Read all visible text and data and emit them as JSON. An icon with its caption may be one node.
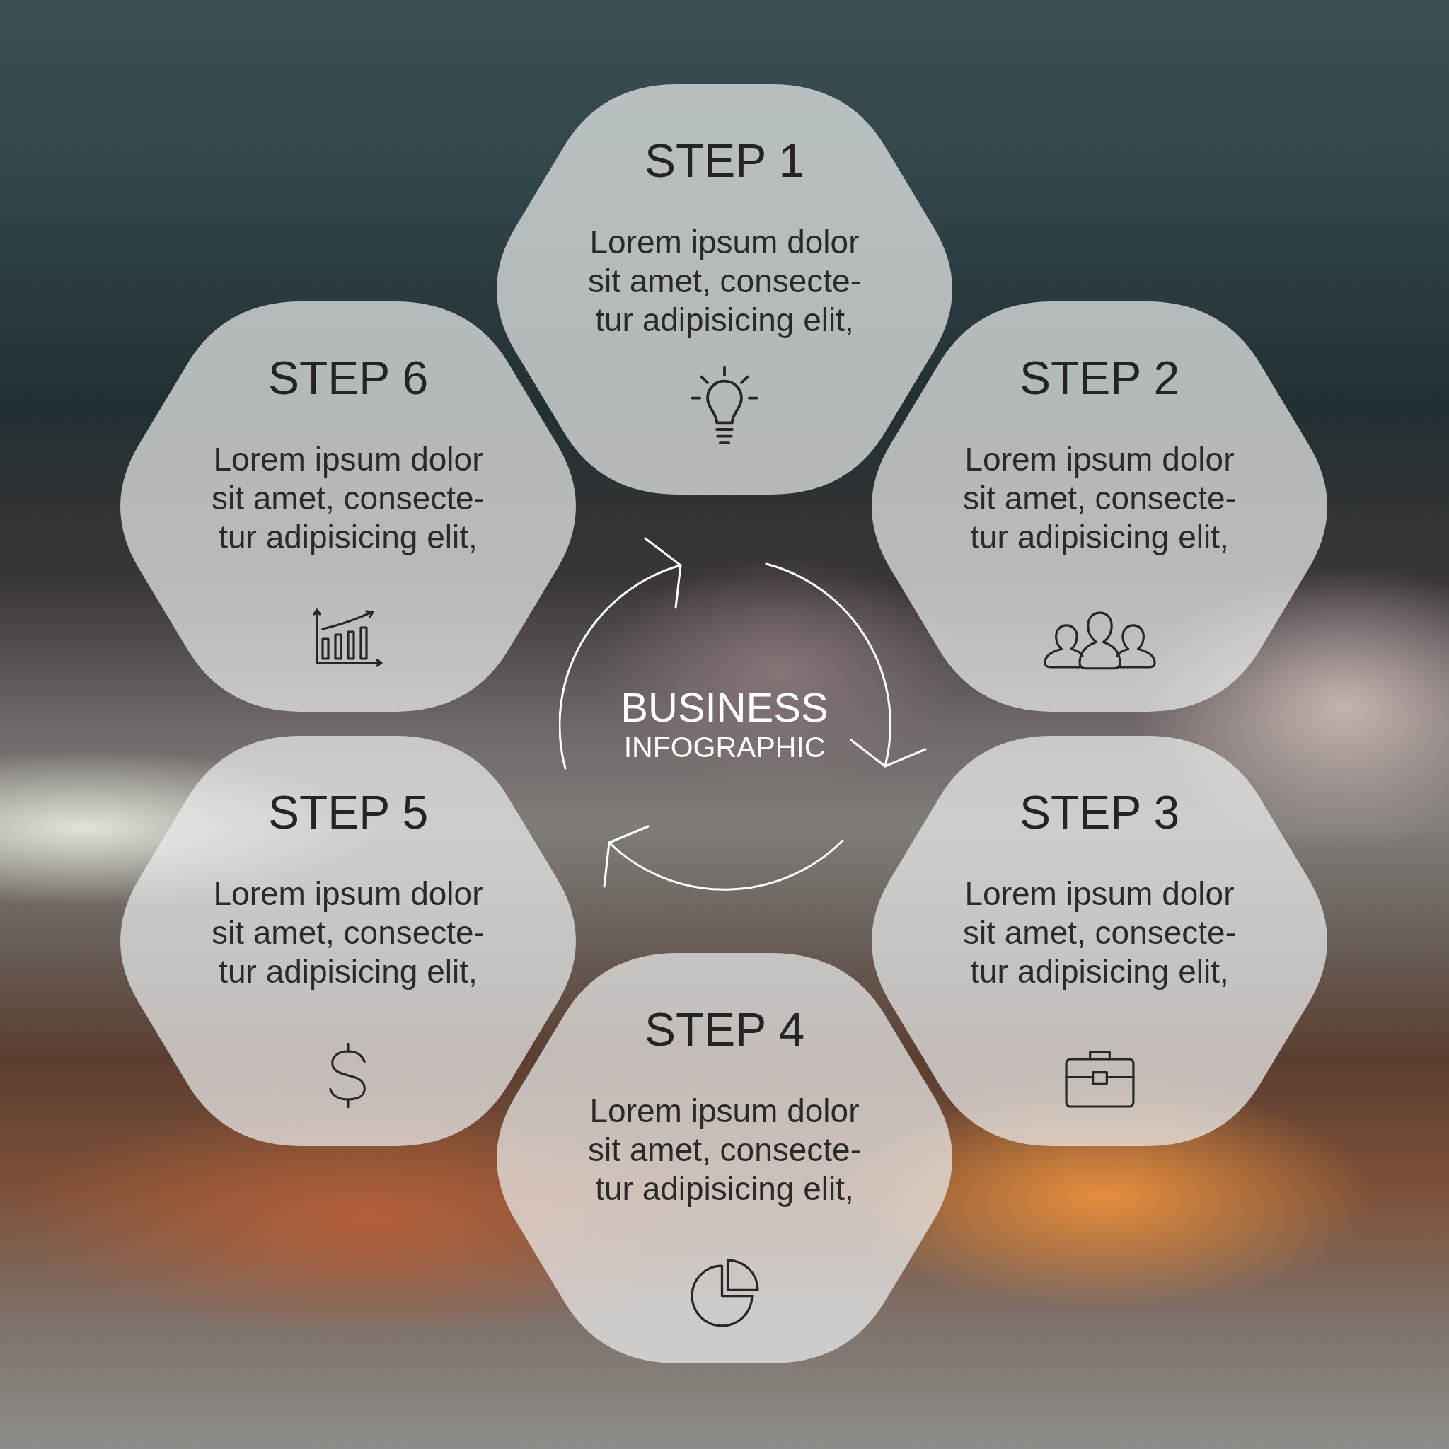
{
  "diagram": {
    "nodes": [
      {
        "text": [
          "STEP 1",
          "Lorem ipsum dolor sit amet, consecte- tur adipisicing elit,"
        ]
      },
      {
        "text": [
          "STEP 2",
          "Lorem ipsum dolor sit amet, consecte- tur adipisicing elit,"
        ]
      },
      {
        "text": [
          "STEP 3",
          "Lorem ipsum dolor sit amet, consecte- tur adipisicing elit,"
        ]
      },
      {
        "text": [
          "STEP 4",
          "Lorem ipsum dolor sit amet, consecte- tur adipisicing elit,"
        ]
      },
      {
        "text": [
          "STEP 5",
          "Lorem ipsum dolor sit amet, consecte- tur adipisicing elit,"
        ]
      },
      {
        "text": [
          "STEP 6",
          "Lorem ipsum dolor sit amet, consecte- tur adipisicing elit,"
        ]
      }
    ],
    "labels": [
      "BUSINESS",
      "INFOGRAPHIC"
    ]
  }
}
